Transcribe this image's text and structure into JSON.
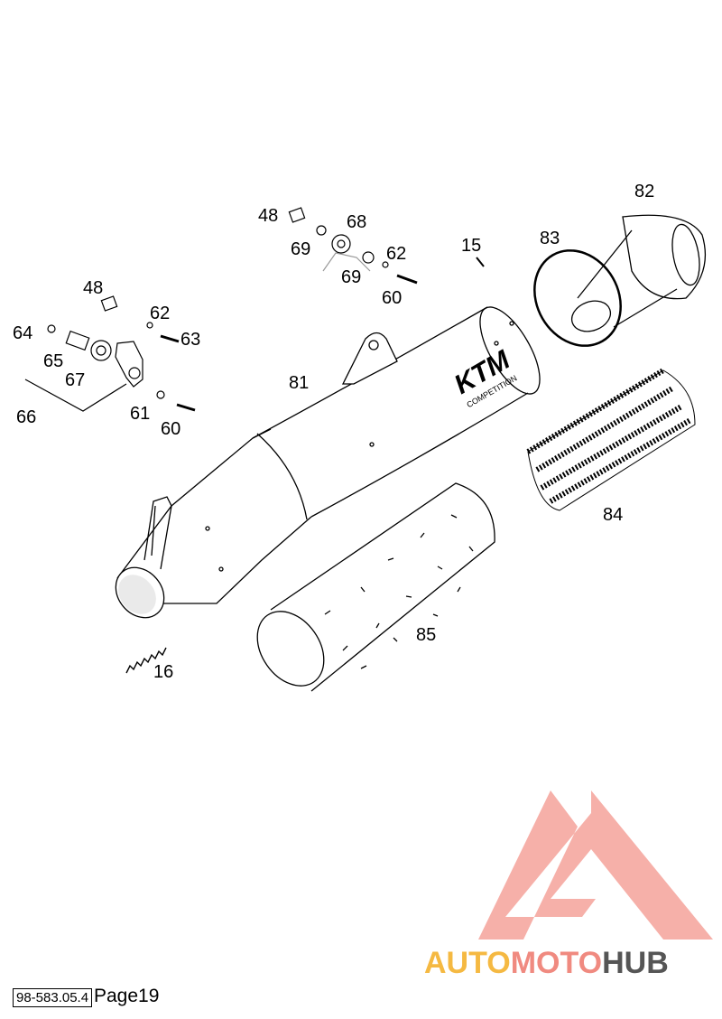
{
  "part_labels": [
    {
      "id": "p48a",
      "text": "48"
    },
    {
      "id": "p68",
      "text": "68"
    },
    {
      "id": "p69a",
      "text": "69"
    },
    {
      "id": "p62a",
      "text": "62"
    },
    {
      "id": "p69b",
      "text": "69"
    },
    {
      "id": "p60a",
      "text": "60"
    },
    {
      "id": "p15",
      "text": "15"
    },
    {
      "id": "p82",
      "text": "82"
    },
    {
      "id": "p83",
      "text": "83"
    },
    {
      "id": "p48b",
      "text": "48"
    },
    {
      "id": "p62b",
      "text": "62"
    },
    {
      "id": "p63",
      "text": "63"
    },
    {
      "id": "p64",
      "text": "64"
    },
    {
      "id": "p65",
      "text": "65"
    },
    {
      "id": "p67",
      "text": "67"
    },
    {
      "id": "p66",
      "text": "66"
    },
    {
      "id": "p61",
      "text": "61"
    },
    {
      "id": "p60b",
      "text": "60"
    },
    {
      "id": "p81",
      "text": "81"
    },
    {
      "id": "p84",
      "text": "84"
    },
    {
      "id": "p85",
      "text": "85"
    },
    {
      "id": "p16",
      "text": "16"
    }
  ],
  "muffler_brand": "KTM",
  "muffler_subtext": "COMPETITION",
  "watermark": {
    "part1": "AUTO",
    "part2": "MOTO",
    "part3": "HUB",
    "color_orange": "#f5a623",
    "color_red": "#f08080",
    "color_gray": "#555555",
    "color_triangle": "#f4a29a"
  },
  "footer": {
    "code": "98-583.05.4",
    "page": "Page19"
  }
}
